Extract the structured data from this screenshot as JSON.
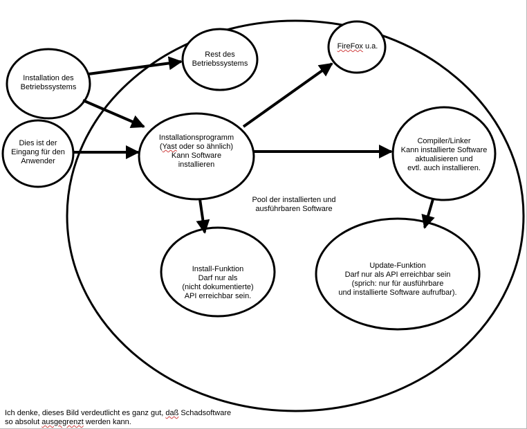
{
  "nodes": {
    "installation_os": {
      "lines": [
        "Installation des",
        "Betriebssystems"
      ]
    },
    "rest_os": {
      "lines": [
        "Rest des",
        "Betriebssystems"
      ]
    },
    "firefox": {
      "word": "FireFox",
      "rest": " u.a."
    },
    "entrance": {
      "lines": [
        "Dies ist der",
        "Eingang für den",
        "Anwender"
      ]
    },
    "installer": {
      "line1": "Installationsprogramm",
      "line2_open": "(",
      "line2_word": "Yast",
      "line2_rest": " oder so ähnlich)",
      "line3": "Kann Software",
      "line4": "installieren"
    },
    "compiler": {
      "lines": [
        "Compiler/Linker",
        "Kann installierte Software",
        "aktualisieren und",
        "evtl. auch installieren."
      ]
    },
    "pool": {
      "lines": [
        "Pool der installierten und",
        "ausführbaren Software"
      ]
    },
    "install_function": {
      "lines": [
        "Install-Funktion",
        "Darf nur als",
        "(nicht dokumentierte)",
        "API erreichbar sein."
      ]
    },
    "update_function": {
      "lines": [
        "Update-Funktion",
        "Darf nur als API erreichbar sein",
        "(sprich: nur für ausführbare",
        "und installierte Software aufrufbar)."
      ]
    }
  },
  "footer": {
    "line1_a": "Ich denke, dieses Bild verdeutlicht es ganz gut, ",
    "line1_word": "daß",
    "line1_b": " Schadsoftware",
    "line2_a": "so absolut ",
    "line2_word": "ausgegrenzt",
    "line2_b": " werden kann."
  }
}
